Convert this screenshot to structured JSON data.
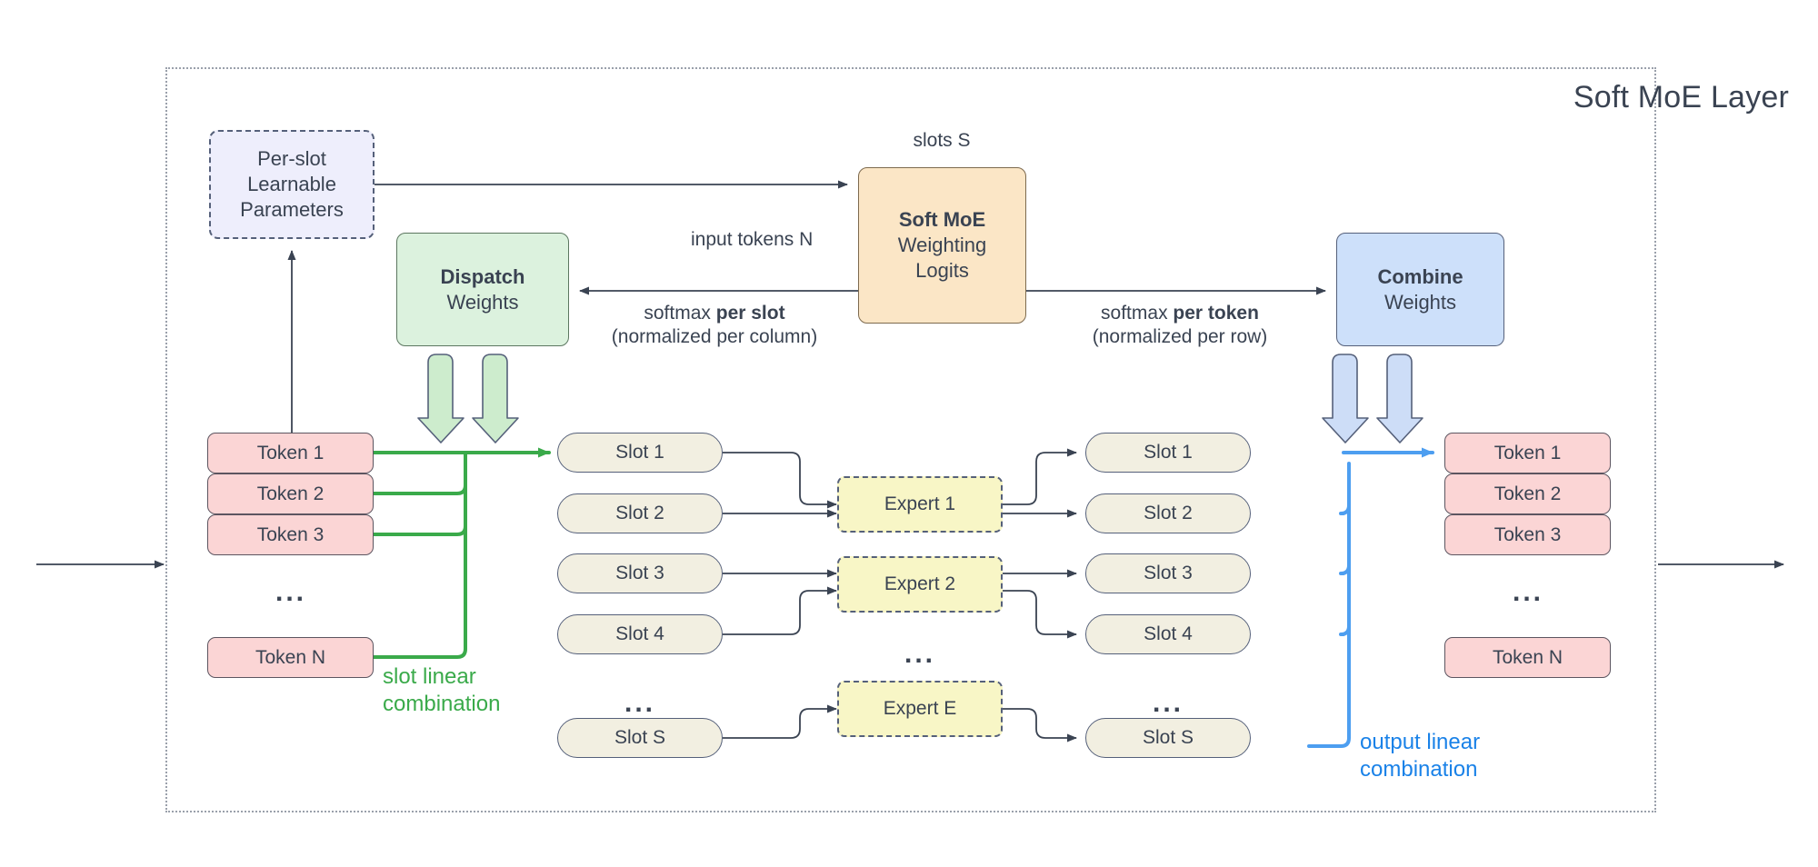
{
  "diagram": {
    "title": "Soft MoE Layer",
    "boxes": {
      "params": {
        "line1": "Per-slot",
        "line2": "Learnable",
        "line3": "Parameters"
      },
      "dispatch": {
        "line1": "Dispatch",
        "line2": "Weights"
      },
      "logits": {
        "line1": "Soft MoE",
        "line2": "Weighting",
        "line3": "Logits"
      },
      "combine": {
        "line1": "Combine",
        "line2": "Weights"
      }
    },
    "labels": {
      "slots_s": "slots S",
      "input_tokens_n": "input tokens N",
      "softmax_per_slot_line1_a": "softmax ",
      "softmax_per_slot_line1_b": "per slot",
      "softmax_per_slot_line2": "(normalized per column)",
      "softmax_per_token_line1_a": "softmax ",
      "softmax_per_token_line1_b": "per token",
      "softmax_per_token_line2": "(normalized per row)",
      "slot_linear_combination_line1": "slot linear",
      "slot_linear_combination_line2": "combination",
      "output_linear_combination_line1": "output linear",
      "output_linear_combination_line2": "combination",
      "ellipsis": "..."
    },
    "input_tokens": [
      {
        "label": "Token 1"
      },
      {
        "label": "Token 2"
      },
      {
        "label": "Token 3"
      },
      {
        "label": "Token N"
      }
    ],
    "output_tokens": [
      {
        "label": "Token 1"
      },
      {
        "label": "Token 2"
      },
      {
        "label": "Token 3"
      },
      {
        "label": "Token N"
      }
    ],
    "input_slots": [
      {
        "label": "Slot 1"
      },
      {
        "label": "Slot 2"
      },
      {
        "label": "Slot 3"
      },
      {
        "label": "Slot 4"
      },
      {
        "label": "Slot S"
      }
    ],
    "output_slots": [
      {
        "label": "Slot 1"
      },
      {
        "label": "Slot 2"
      },
      {
        "label": "Slot 3"
      },
      {
        "label": "Slot 4"
      },
      {
        "label": "Slot S"
      }
    ],
    "experts": [
      {
        "label": "Expert 1"
      },
      {
        "label": "Expert 2"
      },
      {
        "label": "Expert E"
      }
    ],
    "colors": {
      "params_fill": "#eeeefc",
      "dispatch_fill": "#dcf2de",
      "logits_fill": "#fbe6c6",
      "combine_fill": "#cde0fa",
      "token_fill": "#fbd5d5",
      "slot_fill": "#f2efe1",
      "expert_fill": "#f8f6c6",
      "green_accent": "#3aaa4a",
      "blue_accent": "#1a82e8",
      "stroke": "#3a4352"
    }
  }
}
